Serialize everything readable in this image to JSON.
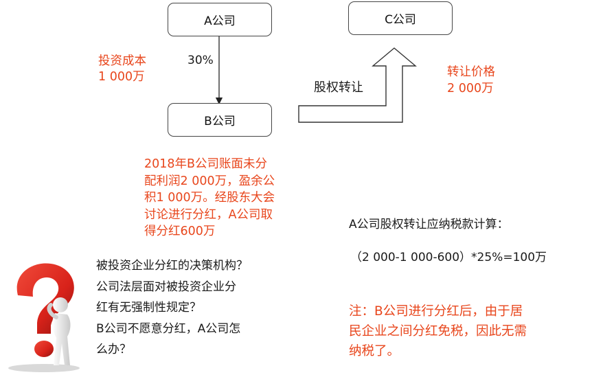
{
  "nodes": {
    "a": "A公司",
    "b": "B公司",
    "c": "C公司"
  },
  "edge_labels": {
    "a_to_b_share": "30%",
    "b_to_c_action": "股权转让"
  },
  "annotations": {
    "investment_cost": [
      "投资成本",
      "1 000万"
    ],
    "transfer_price": [
      "转让价格",
      "2 000万"
    ],
    "b_dividend_note": [
      "2018年B公司账面未分",
      "配利润2 000万，盈余公",
      "积1 000万。经股东大会",
      "讨论进行分红，A公司取",
      "得分红600万"
    ]
  },
  "questions": [
    "被投资企业分红的决策机构？",
    "公司法层面对被投资企业分",
    "红有无强制性规定？",
    "B公司不愿意分红，A公司怎",
    "么办？"
  ],
  "calculation": {
    "title": "A公司股权转让应纳税款计算：",
    "formula": "（2 000-1 000-600）*25%=100万"
  },
  "note": [
    "注：B公司进行分红后，由于居",
    "民企业之间分红免税，因此无需",
    "纳税了。"
  ],
  "colors": {
    "emphasis": "#e8461c",
    "question_mark": "#d8221a",
    "figure": "#e8e8e8"
  }
}
